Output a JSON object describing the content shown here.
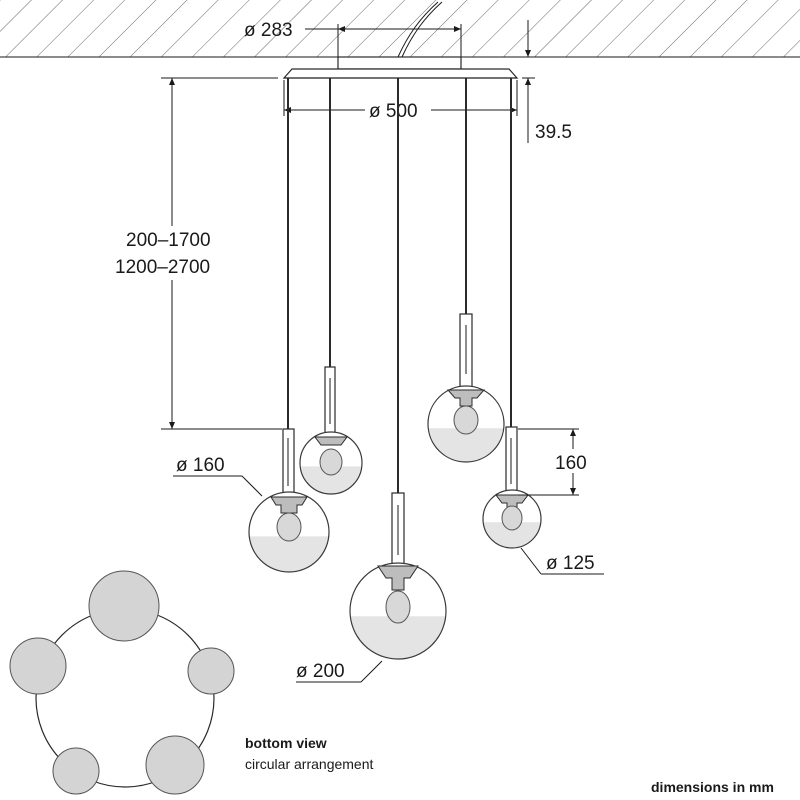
{
  "dimensions": {
    "canopy_small_dia": "ø 283",
    "canopy_dia": "ø 500",
    "canopy_height": "39.5",
    "suspension_range_1": "200–1700",
    "suspension_range_2": "1200–2700",
    "globe_160": "ø 160",
    "globe_125": "ø 125",
    "globe_200": "ø 200",
    "drop_160": "160"
  },
  "bottom_view": {
    "title": "bottom view",
    "subtitle": "circular arrangement"
  },
  "units_note": "dimensions in mm"
}
